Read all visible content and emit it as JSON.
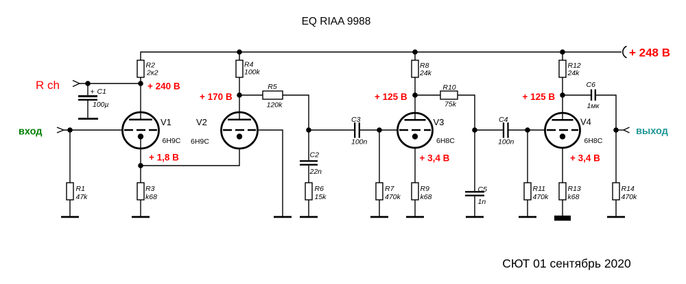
{
  "title": "EQ RIAA 9988",
  "footer": "СЮТ 01 сентябрь 2020",
  "colors": {
    "voltage_red": "#ff0000",
    "input_green": "#008000",
    "output_teal": "#219797",
    "wire_black": "#000000",
    "background": "#ffffff"
  },
  "connectors": {
    "right_channel": "R ch",
    "input": "вход",
    "output": "выход",
    "supply": "+ 248 В"
  },
  "voltages": {
    "v1_anode": "+ 240 В",
    "v2_anode": "+ 170 В",
    "v1_cathode": "+ 1,8 В",
    "v3_anode": "+ 125 В",
    "v3_cathode": "+ 3,4 В",
    "v4_anode": "+ 125 В",
    "v4_cathode": "+ 3,4 В"
  },
  "tubes": [
    {
      "ref": "V1",
      "type": "6Н9С"
    },
    {
      "ref": "V2",
      "type": "6Н9С"
    },
    {
      "ref": "V3",
      "type": "6Н8С"
    },
    {
      "ref": "V4",
      "type": "6Н8С"
    }
  ],
  "resistors": [
    {
      "ref": "R1",
      "value": "47k"
    },
    {
      "ref": "R2",
      "value": "2к2"
    },
    {
      "ref": "R3",
      "value": "k68"
    },
    {
      "ref": "R4",
      "value": "100k"
    },
    {
      "ref": "R5",
      "value": "120k"
    },
    {
      "ref": "R6",
      "value": "15k"
    },
    {
      "ref": "R7",
      "value": "470k"
    },
    {
      "ref": "R8",
      "value": "24k"
    },
    {
      "ref": "R9",
      "value": "k68"
    },
    {
      "ref": "R10",
      "value": "75k"
    },
    {
      "ref": "R11",
      "value": "470k"
    },
    {
      "ref": "R12",
      "value": "24k"
    },
    {
      "ref": "R13",
      "value": "k68"
    },
    {
      "ref": "R14",
      "value": "470k"
    }
  ],
  "capacitors": [
    {
      "ref": "C1",
      "value": "100µ",
      "polarity": "+"
    },
    {
      "ref": "C2",
      "value": "22n"
    },
    {
      "ref": "C3",
      "value": "100n"
    },
    {
      "ref": "C4",
      "value": "100n"
    },
    {
      "ref": "C5",
      "value": "1n"
    },
    {
      "ref": "C6",
      "value": "1мк"
    }
  ]
}
